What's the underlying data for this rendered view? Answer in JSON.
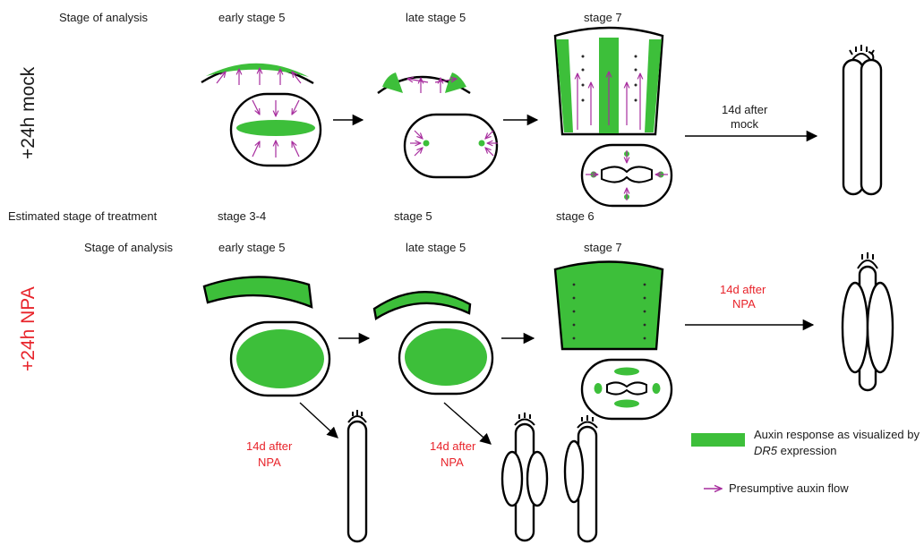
{
  "top_panel": {
    "side_label": "+24h mock",
    "row_label": "Stage of analysis",
    "stages": [
      "early stage  5",
      "late stage 5",
      "stage 7"
    ],
    "arrow_label_line1": "14d after",
    "arrow_label_line2": "mock"
  },
  "treatment_row": {
    "label": "Estimated stage of treatment",
    "stages": [
      "stage 3-4",
      "stage 5",
      "stage 6"
    ]
  },
  "bottom_panel": {
    "side_label": "+24h NPA",
    "row_label": "Stage of analysis",
    "stages": [
      "early stage  5",
      "late stage 5",
      "stage 7"
    ],
    "arrow_label_line1": "14d after",
    "arrow_label_line2": "NPA",
    "lower_label_line1": "14d after",
    "lower_label_line2": "NPA"
  },
  "legend": {
    "green_line1": "Auxin response as visualized by",
    "green_line2_italic": "DR5",
    "green_line2_rest": " expression",
    "arrow_text": "Presumptive auxin flow"
  },
  "colors": {
    "auxin_green": "#3dbf3a",
    "auxin_flow_magenta": "#a72d9e",
    "npa_red": "#e8232a",
    "outline": "#000000"
  }
}
